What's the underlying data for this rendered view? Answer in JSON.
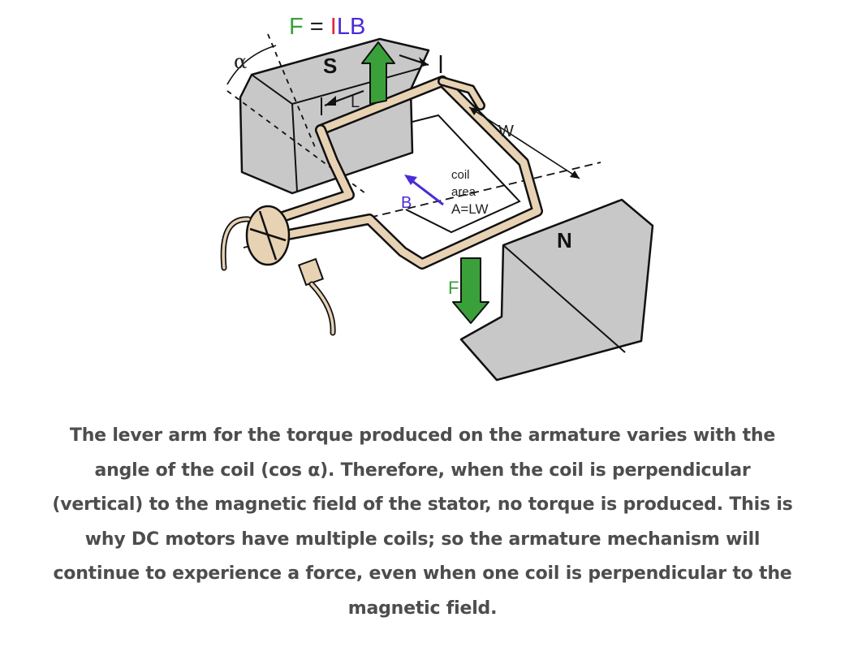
{
  "diagram": {
    "formula": {
      "F": "F",
      "eq": " = ",
      "I": "I",
      "L": "L",
      "B": "B"
    },
    "labels": {
      "alpha": "α",
      "south_pole": "S",
      "north_pole": "N",
      "current": "I",
      "length": "L",
      "width": "W",
      "field": "B",
      "coil_area_line1": "coil",
      "coil_area_line2": "area",
      "coil_area_line3": "A=LW",
      "force_bottom": "F"
    },
    "colors": {
      "force": "#3aa13a",
      "current": "#e32636",
      "field": "#4b2bd6",
      "magnet": "#c8c8c8",
      "coil": "#e8d2b4",
      "text": "#222222"
    }
  },
  "caption": "The lever arm for the torque produced on the armature varies with the angle of the coil (cos α). Therefore, when the coil is perpendicular (vertical) to the magnetic field of the stator, no torque is produced. This is why DC motors have multiple coils; so the armature mechanism will continue to experience a force, even when one coil is perpendicular to the magnetic field."
}
